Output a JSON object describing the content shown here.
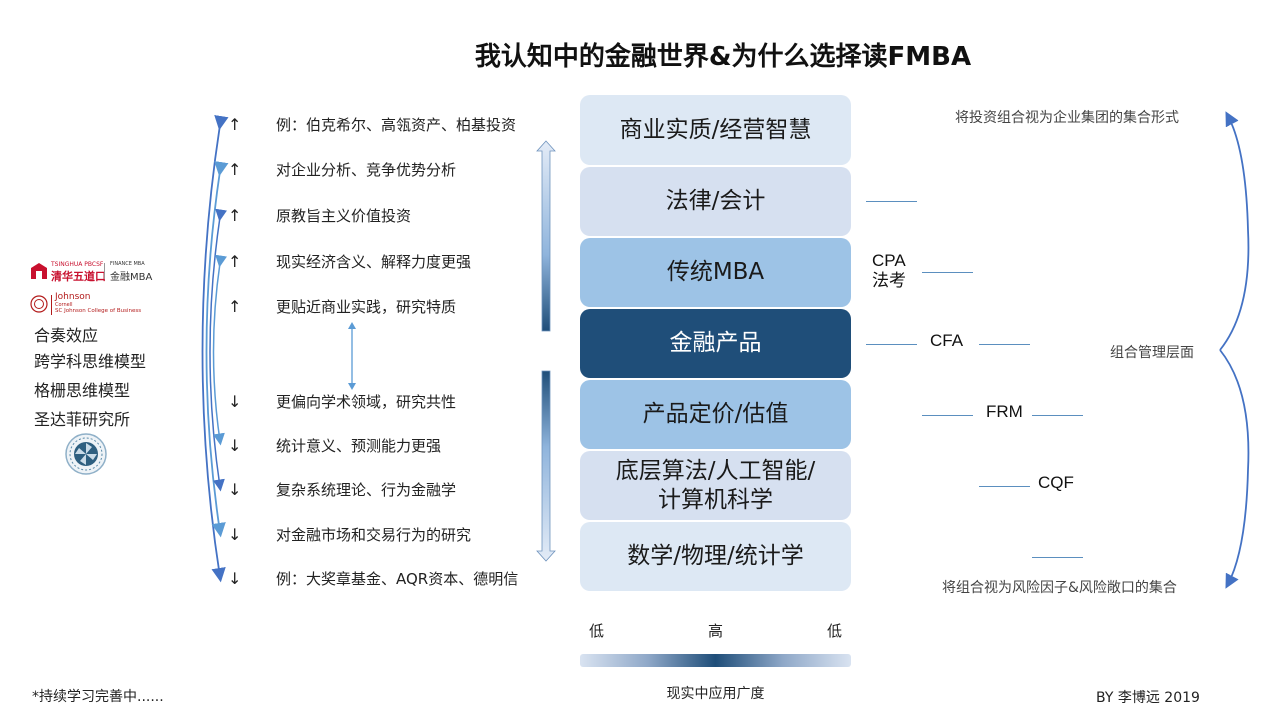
{
  "title": "我认知中的金融世界&为什么选择读FMBA",
  "left_logos": {
    "tsinghua": {
      "line1": "TSINGHUA PBCSF",
      "line2": "清华五道口",
      "sub1": "FINANCE MBA",
      "sub2": "金融MBA"
    },
    "cornell": {
      "line1": "Johnson",
      "line2": "Cornell",
      "line3": "SC Johnson College of Business"
    }
  },
  "left_concepts": [
    "合奏效应",
    "跨学科思维模型",
    "格栅思维模型",
    "圣达菲研究所"
  ],
  "left_rows_up": [
    {
      "arrow": "↑",
      "text": "例：伯克希尔、高瓴资产、柏基投资"
    },
    {
      "arrow": "↑",
      "text": "对企业分析、竞争优势分析"
    },
    {
      "arrow": "↑",
      "text": "原教旨主义价值投资"
    },
    {
      "arrow": "↑",
      "text": "现实经济含义、解释力度更强"
    },
    {
      "arrow": "↑",
      "text": "更贴近商业实践，研究特质"
    }
  ],
  "left_rows_down": [
    {
      "arrow": "↓",
      "text": "更偏向学术领域，研究共性"
    },
    {
      "arrow": "↓",
      "text": "统计意义、预测能力更强"
    },
    {
      "arrow": "↓",
      "text": "复杂系统理论、行为金融学"
    },
    {
      "arrow": "↓",
      "text": "对金融市场和交易行为的研究"
    },
    {
      "arrow": "↓",
      "text": "例：大奖章基金、AQR资本、德明信"
    }
  ],
  "layers": [
    {
      "label": "商业实质/经营智慧",
      "color": "#dde8f4",
      "text_color": "#1a1a1a"
    },
    {
      "label": "法律/会计",
      "color": "#d6e0f0",
      "text_color": "#1a1a1a"
    },
    {
      "label": "传统MBA",
      "color": "#9dc3e6",
      "text_color": "#1a1a1a"
    },
    {
      "label": "金融产品",
      "color": "#1f4e79",
      "text_color": "#ffffff"
    },
    {
      "label": "产品定价/估值",
      "color": "#9dc3e6",
      "text_color": "#1a1a1a"
    },
    {
      "label": "底层算法/人工智能/\n计算机科学",
      "color": "#d6e0f0",
      "text_color": "#1a1a1a"
    },
    {
      "label": "数学/物理/统计学",
      "color": "#dde8f4",
      "text_color": "#1a1a1a"
    }
  ],
  "certifications": [
    {
      "name": "CPA",
      "sub": "法考"
    },
    {
      "name": "CFA"
    },
    {
      "name": "FRM"
    },
    {
      "name": "CQF"
    }
  ],
  "right_notes": {
    "top": "将投资组合视为企业集团的集合形式",
    "middle": "组合管理层面",
    "bottom": "将组合视为风险因子&风险敞口的集合"
  },
  "scale": {
    "left": "低",
    "center": "高",
    "right": "低",
    "caption": "现实中应用广度"
  },
  "footer": {
    "left": "*持续学习完善中......",
    "right": "BY 李博远 2019"
  },
  "colors": {
    "dark_blue": "#1f4e79",
    "mid_blue": "#9dc3e6",
    "light_blue": "#dde8f4",
    "line_blue": "#5b8fbf",
    "arrow_blue": "#4472c4"
  }
}
